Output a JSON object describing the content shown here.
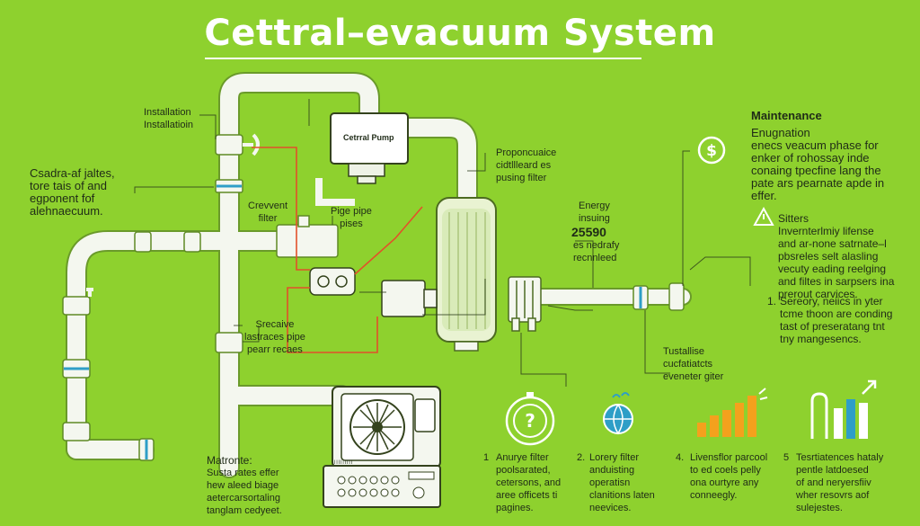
{
  "title": "Cettral–evacuum System",
  "left_labels": {
    "installation": [
      "Installation",
      "Installatioin"
    ],
    "central_pipes": [
      "Csadra-af jaltes,",
      "tore tais of and",
      "egponent fof",
      "alehnaecuum."
    ],
    "solvent_filter": [
      "Crevvent",
      "filter"
    ],
    "pipe_pipes": [
      "Pige pipe",
      "pises"
    ],
    "service_pipe": [
      "Srecaive",
      "lastraces pipe",
      "pearr recaes"
    ],
    "maintenance": {
      "heading": "Matronte:",
      "lines": [
        "Susta rates effer",
        "hew aleed biage",
        "aetercarsortaling",
        "tanglam cedyeet."
      ]
    }
  },
  "center_labels": {
    "pump": "Cetrral Pump",
    "filter_note": [
      "Proponcuaice",
      "cidtllleard es",
      "pusing filter"
    ],
    "energy": [
      "Energy",
      "insuing"
    ],
    "energy_value": "25590",
    "energy_note": [
      "es nedrafy",
      "recnnleed"
    ],
    "total": [
      "Tustallise",
      "cucfatiatcts",
      "eveneter giter"
    ]
  },
  "right_panel": {
    "heading": "Maintenance",
    "lines": [
      "Enugnation",
      "enecs veacum phase for",
      "enker of rohossay inde",
      "conaing tpecfine lang the",
      "pate ars pearnate apde in",
      "effer."
    ],
    "sitters": {
      "heading": "Sitters",
      "lines": [
        "Invernterlmiy lifense",
        "and ar-none satrnate–l",
        "pbsreles selt alasling",
        "vecuty eading reelging",
        "and filtes in sarpsers ina",
        "prerout carvices."
      ]
    },
    "numbered": {
      "number": "1.",
      "lines": [
        "Sereory, neiics in yter",
        "tcme thoon are conding",
        "tast of preseratang tnt",
        "tny mangesencs."
      ]
    }
  },
  "bottom_items": [
    {
      "number": "1",
      "lines": [
        "Anurye filter",
        "poolsarated,",
        "cetersons, and",
        "aree officets ti",
        "pagines."
      ]
    },
    {
      "number": "2.",
      "lines": [
        "Lorery filter",
        "anduisting",
        "operatisn",
        "clanitions laten",
        "neevices."
      ]
    },
    {
      "number": "4.",
      "lines": [
        "Livensflor parcool",
        "to ed coels pelly",
        "ona ourtyre any",
        "conneegly."
      ]
    },
    {
      "number": "5",
      "lines": [
        "Tesrtiatences hataly",
        "pentle latdoesed",
        "of and neryersfiiv",
        "wher resovrs aof",
        "sulejestes."
      ]
    }
  ],
  "panel_label": "lllllllll",
  "icons": [
    "pipe-system-icon",
    "central-pump-icon",
    "filter-canister-icon",
    "motor-unit-icon",
    "vacuum-fan-unit-icon",
    "dollar-icon",
    "warning-icon",
    "question-clock-icon",
    "globe-icon",
    "bar-chart-icon",
    "growth-chart-icon"
  ],
  "colors": {
    "background": "#8ed12e",
    "pipe": "#f4f7ef",
    "wire": "#e2512a",
    "ring": "#2e9ec7",
    "accent_orange": "#f4a11d"
  }
}
